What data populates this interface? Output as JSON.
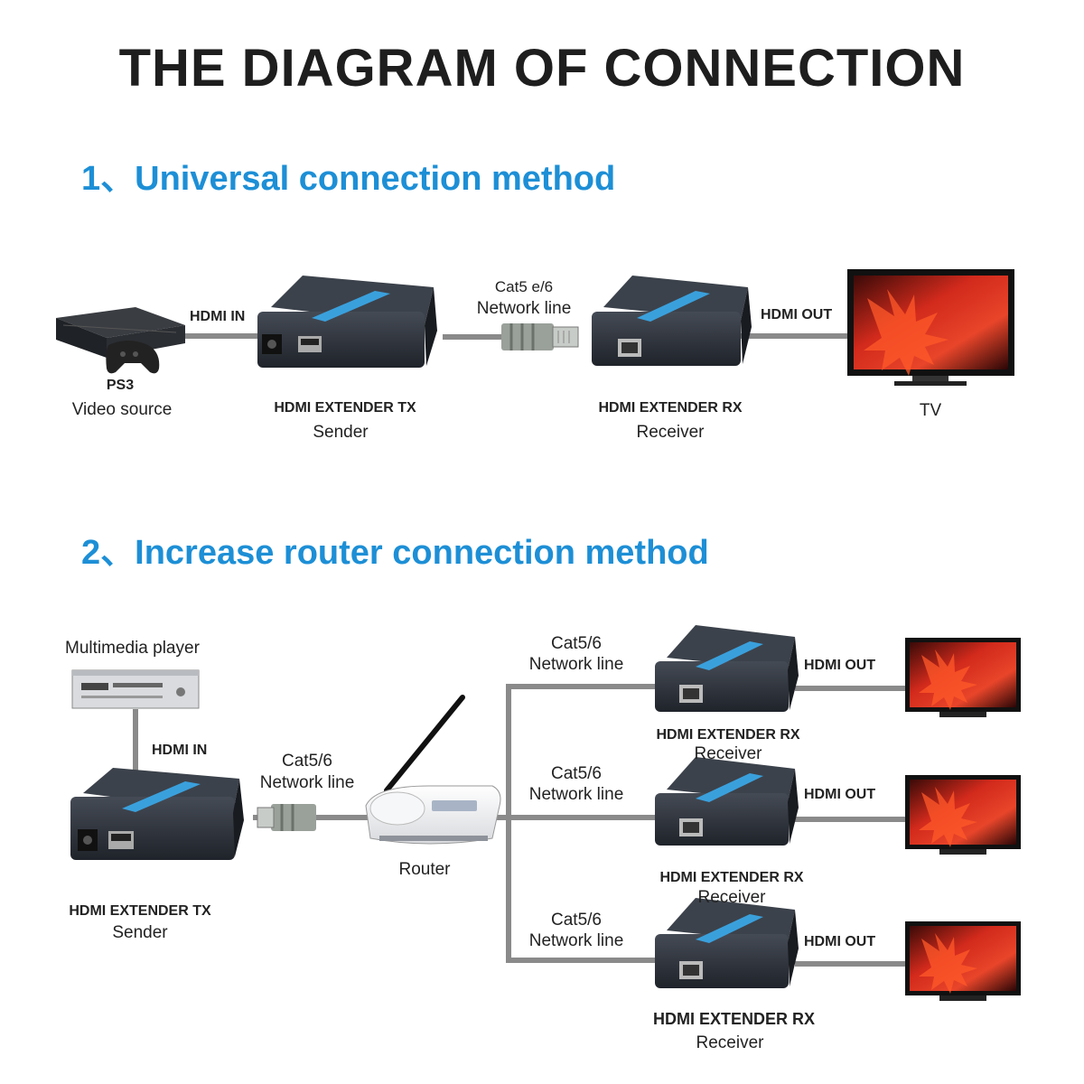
{
  "title": "THE DIAGRAM OF CONNECTION",
  "section1": {
    "heading": "1、Universal connection method",
    "source_name": "PS3",
    "source_role": "Video source",
    "hdmi_in": "HDMI IN",
    "tx_name": "HDMI EXTENDER TX",
    "tx_role": "Sender",
    "cable_type": "Cat5 e/6",
    "cable_name": "Network line",
    "rx_name": "HDMI EXTENDER RX",
    "rx_role": "Receiver",
    "hdmi_out": "HDMI OUT",
    "tv": "TV"
  },
  "section2": {
    "heading": "2、Increase router connection method",
    "player": "Multimedia player",
    "hdmi_in": "HDMI IN",
    "tx_name": "HDMI EXTENDER TX",
    "tx_role": "Sender",
    "cable_type": "Cat5/6",
    "cable_name": "Network line",
    "router": "Router",
    "branches": [
      {
        "cable_type": "Cat5/6",
        "cable_name": "Network line",
        "rx_name": "HDMI EXTENDER RX",
        "rx_role": "Receiver",
        "hdmi_out": "HDMI OUT"
      },
      {
        "cable_type": "Cat5/6",
        "cable_name": "Network line",
        "rx_name": "HDMI EXTENDER RX",
        "rx_role": "Receiver",
        "hdmi_out": "HDMI OUT"
      },
      {
        "cable_type": "Cat5/6",
        "cable_name": "Network line",
        "rx_name": "HDMI EXTENDER RX",
        "rx_role": "Receiver",
        "hdmi_out": "HDMI OUT"
      }
    ]
  },
  "colors": {
    "heading_blue": "#1d8fd6",
    "device_body": "#2b3038",
    "device_stripe": "#3aa0dc",
    "cable": "#8a8a8a",
    "tv_screen": "#c8201a"
  },
  "icons": [
    "ps3-console-icon",
    "gamepad-icon",
    "hdmi-extender-tx-icon",
    "hdmi-extender-rx-icon",
    "rj45-connector-icon",
    "tv-icon",
    "dvd-player-icon",
    "router-icon"
  ]
}
